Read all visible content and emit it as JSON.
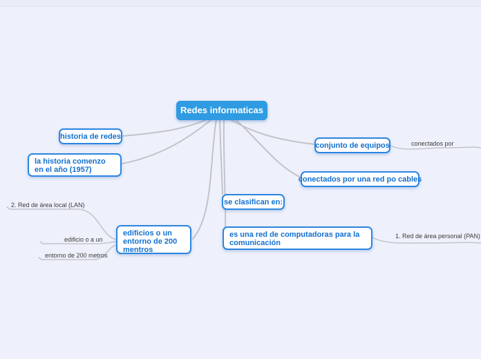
{
  "page": {
    "background_color": "#eef1fb",
    "topbar_color": "#e9edf8"
  },
  "style": {
    "root_fill": "#2e9be2",
    "root_text_color": "#ffffff",
    "node_border_color": "#2b85e0",
    "node_text_color": "#1170d0",
    "connector_color": "#c2c3ca",
    "branch_label_color": "#3b3b3b"
  },
  "mindmap": {
    "root": {
      "label": "Redes informaticas"
    },
    "nodes": [
      {
        "id": "historia",
        "label": "historia de redes"
      },
      {
        "id": "comenzo",
        "label": "la historia comenzo en el año (1957)"
      },
      {
        "id": "conjunto",
        "label": "conjunto de equipos"
      },
      {
        "id": "cables",
        "label": "conectados por una red po cables"
      },
      {
        "id": "clasifican",
        "label": "se clasifican en:"
      },
      {
        "id": "esunared",
        "label": "es una red de computadoras para la comunicación"
      },
      {
        "id": "edificios",
        "label": "edificios o un entorno de 200 mentros"
      }
    ],
    "branch_labels": [
      {
        "id": "conectados",
        "label": "conectados por"
      },
      {
        "id": "pan",
        "label": "1. Red de área personal (PAN)"
      },
      {
        "id": "lan",
        "label": "2. Red de área local (LAN)"
      },
      {
        "id": "edificio",
        "label": "edificio o a un"
      },
      {
        "id": "entorno",
        "label": "entorno de 200 metros"
      }
    ]
  }
}
